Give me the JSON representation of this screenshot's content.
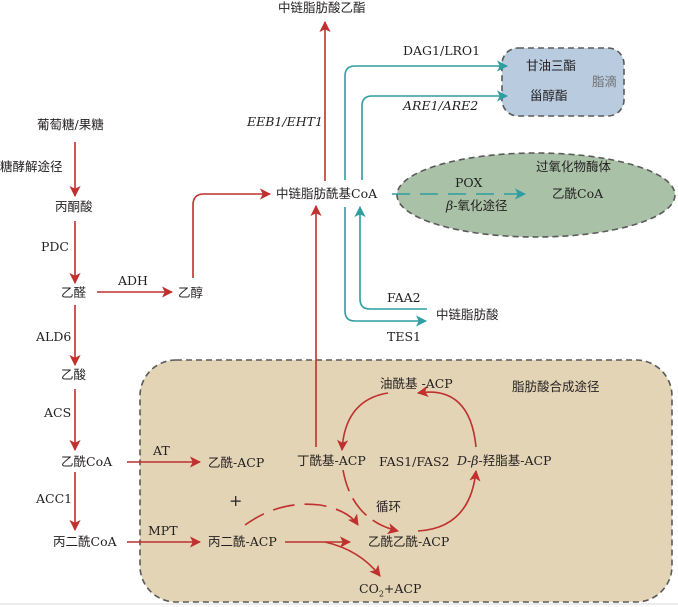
{
  "colors": {
    "pathway_red": "#c0302e",
    "transport_teal": "#2e9ea0",
    "lipid_droplet_fill": "#b8cbdf",
    "peroxisome_fill": "#a9c2a7",
    "fas_region_fill": "#e3d4b5",
    "dashed_border": "#5a5a5a"
  },
  "nodes": {
    "glucose_fructose": "葡萄糖/果糖",
    "glycolysis": "糖酵解途径",
    "pyruvate": "丙酮酸",
    "acetaldehyde": "乙醛",
    "ethanol": "乙醇",
    "acetate": "乙酸",
    "acetyl_coa": "乙酰CoA",
    "malonyl_coa": "丙二酰CoA",
    "mcfa_ethyl_ester": "中链脂肪酸乙酯",
    "mcfa_coa": "中链脂肪酰基CoA",
    "mcfa": "中链脂肪酸",
    "triglyceride": "甘油三酯",
    "sterol_ester": "甾醇酯",
    "lipid_droplet": "脂滴",
    "peroxisome": "过氧化物酶体",
    "beta_oxidation": "β-氧化途径",
    "beta_prefix": "β",
    "beta_suffix": "-氧化途径",
    "acetyl_coa_perox": "乙酰CoA",
    "fas_region": "脂肪酸合成途径",
    "oleoyl_acp": "油酰基 -ACP",
    "butyryl_acp": "丁酰基-ACP",
    "hydroxy_prefix_d": "D",
    "hydroxy_prefix_beta": "β",
    "hydroxy_acp_rest": "-羟脂基-ACP",
    "fas_cycle": "FAS1/FAS2",
    "cycle": "循环",
    "acetyl_acp": "乙酰-ACP",
    "plus": "+",
    "malonyl_acp": "丙二酰-ACP",
    "acetoacetyl_acp": "乙酰乙酰-ACP",
    "co2_acp_pre": "CO",
    "co2_acp_sub": "2",
    "co2_acp_post": "+ACP"
  },
  "enzymes": {
    "pdc": "PDC",
    "adh": "ADH",
    "ald6": "ALD6",
    "acs": "ACS",
    "acc1": "ACC1",
    "at": "AT",
    "mpt": "MPT",
    "eeb1_eht1": "EEB1/EHT1",
    "dag1_lro1": "DAG1/LRO1",
    "are1_are2": "ARE1/ARE2",
    "pox": "POX",
    "faa2": "FAA2",
    "tes1": "TES1"
  }
}
